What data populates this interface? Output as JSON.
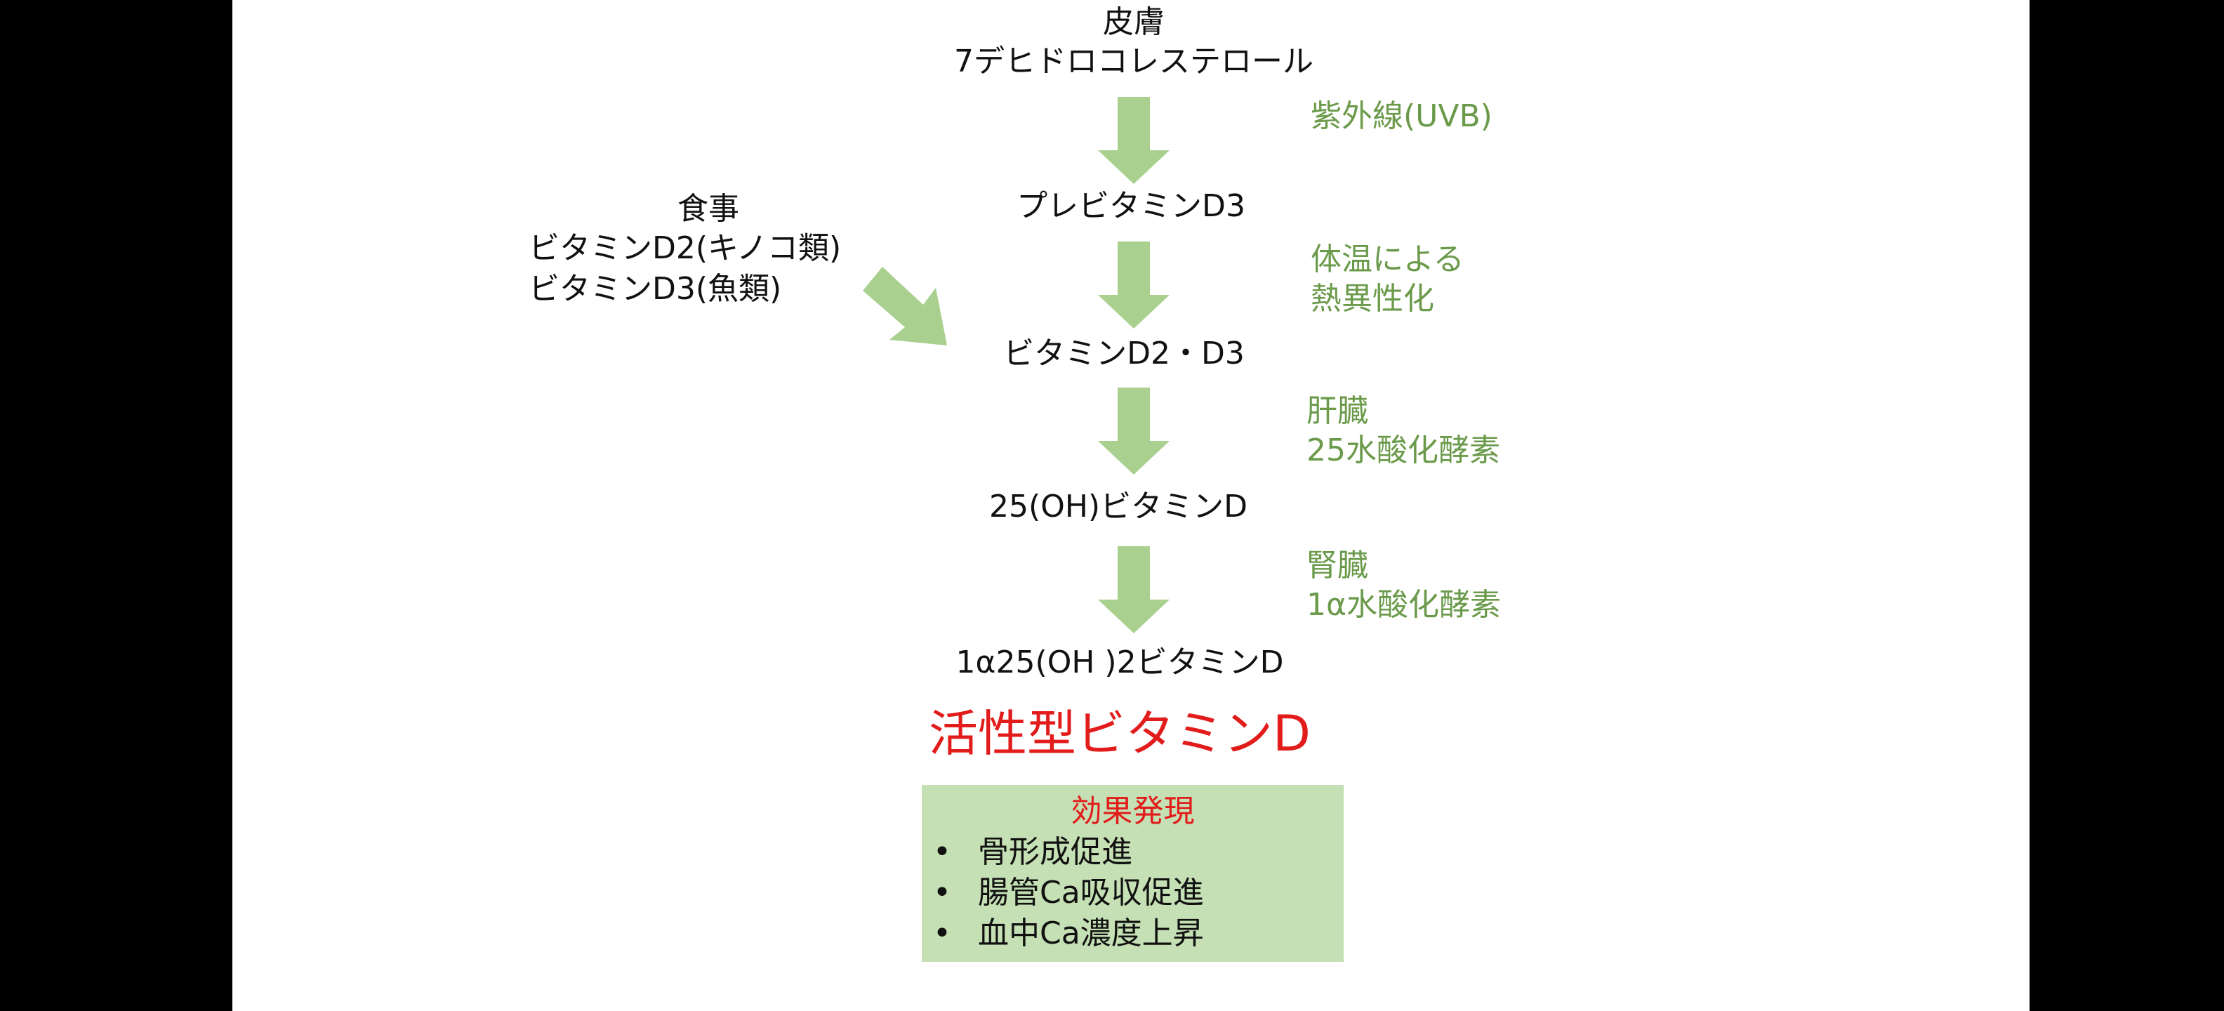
{
  "colors": {
    "arrow": "#a9d08e",
    "annotation": "#6a9a4a",
    "active": "#e21b1b",
    "box": "#c5e0b4",
    "text": "#111111"
  },
  "pathway": {
    "source_top": "皮膚",
    "source_bottom": "7デヒドロコレステロール",
    "step_uvb": "紫外線(UVB)",
    "pre_vitamin": "プレビタミンD3",
    "step_heat_line1": "体温による",
    "step_heat_line2": "熱異性化",
    "vitamin_d2d3": "ビタミンD2・D3",
    "step_liver_line1": "肝臓",
    "step_liver_line2": "25水酸化酵素",
    "hydroxy_25": "25(OH)ビタミンD",
    "step_kidney_line1": "腎臓",
    "step_kidney_line2": "1α水酸化酵素",
    "dihydroxy": "1α25(OH )2ビタミンD"
  },
  "diet": {
    "title": "食事",
    "line1": "ビタミンD2(キノコ類)",
    "line2": "ビタミンD3(魚類)"
  },
  "active_label": "活性型ビタミンD",
  "effects": {
    "title": "効果発現",
    "bullet": "•",
    "items": [
      "骨形成促進",
      "腸管Ca吸収促進",
      "血中Ca濃度上昇"
    ]
  }
}
